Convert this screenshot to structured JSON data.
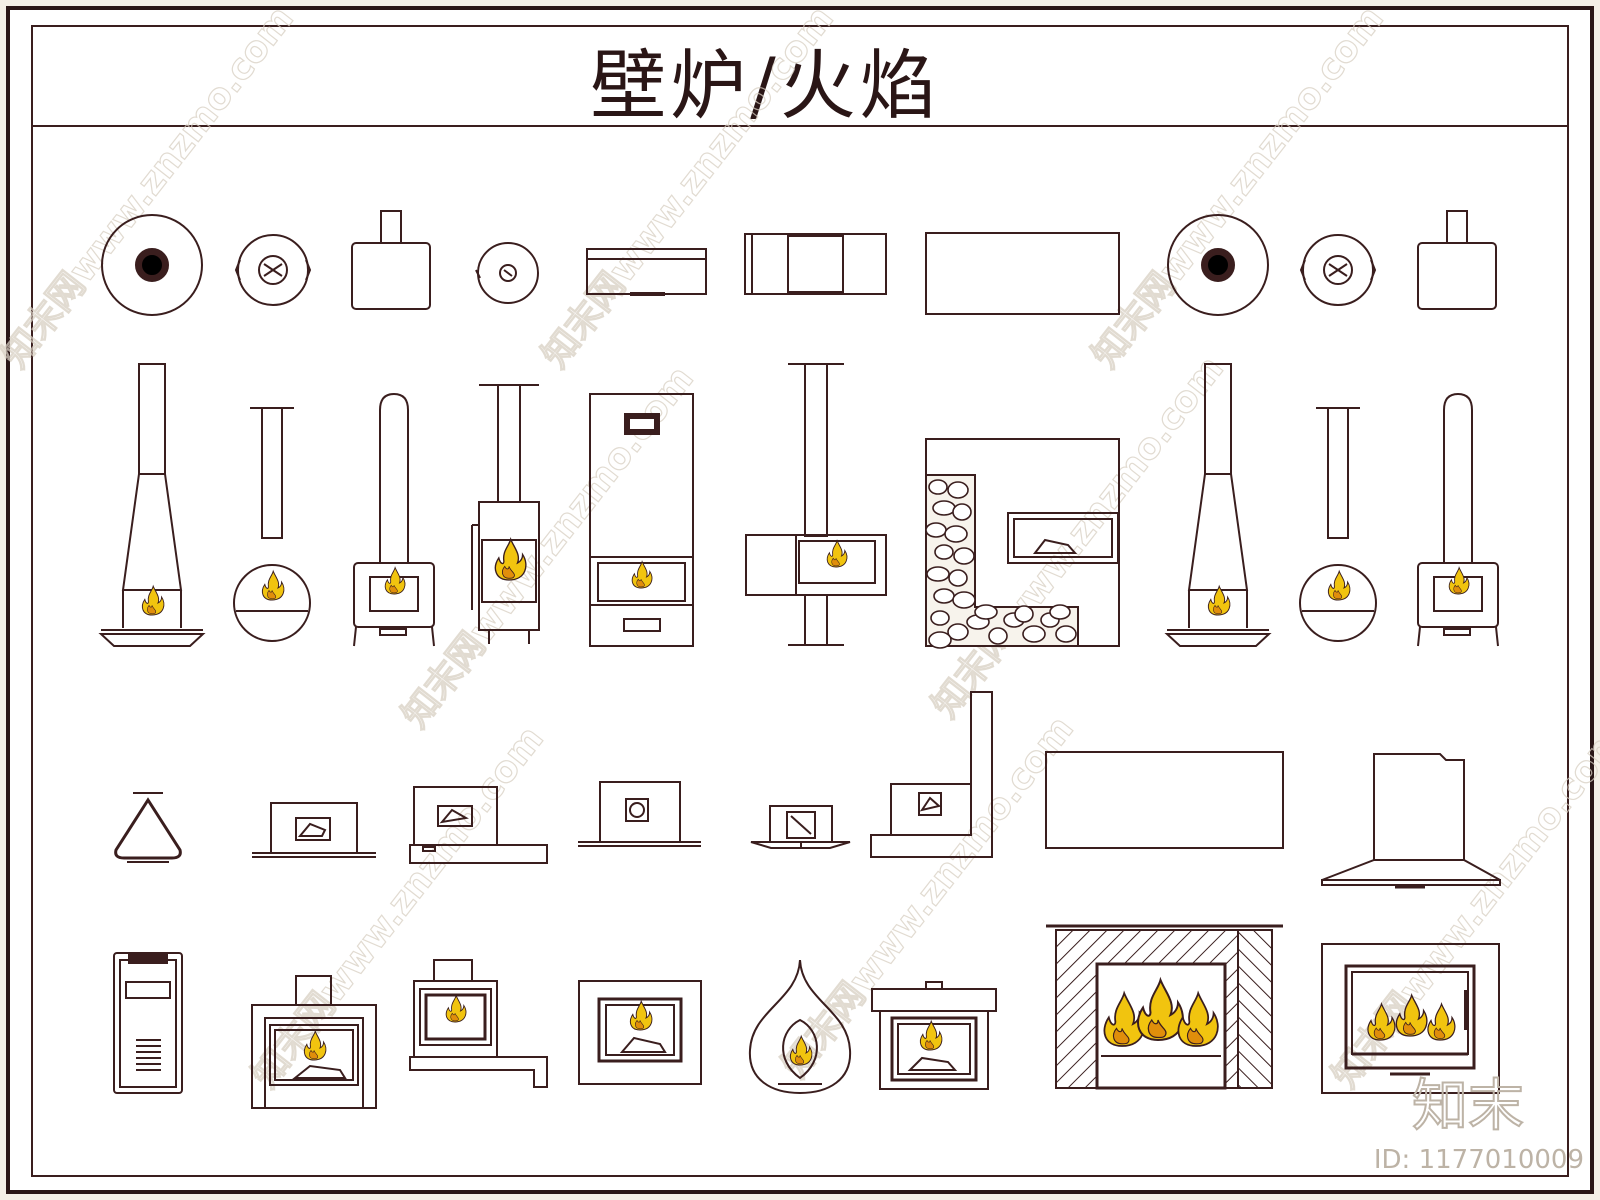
{
  "title": "壁炉/火焰",
  "watermark": {
    "text": "知末网www.znzmo.com"
  },
  "brand": {
    "logo": "知末",
    "id_text": "ID: 1177010009"
  },
  "colors": {
    "background": "#f4efe6",
    "paper": "#ffffff",
    "line": "#3a1e1e",
    "flame_yellow": "#f1c40f",
    "flame_orange": "#e08e0b",
    "watermark": "#d8cfc2"
  },
  "rows": [
    {
      "name": "row-plan-views",
      "items": [
        {
          "name": "round-stove-plan",
          "icon": "fireplace-round-plan-icon"
        },
        {
          "name": "small-round-stove-plan",
          "icon": "fireplace-small-round-plan-icon"
        },
        {
          "name": "box-stove-plan",
          "icon": "fireplace-box-plan-icon"
        },
        {
          "name": "mini-stove-plan",
          "icon": "fireplace-mini-plan-icon"
        },
        {
          "name": "wall-unit-plan",
          "icon": "fireplace-wall-unit-plan-icon"
        },
        {
          "name": "double-sided-plan",
          "icon": "fireplace-double-sided-plan-icon"
        },
        {
          "name": "wide-hearth-plan",
          "icon": "fireplace-wide-hearth-plan-icon"
        },
        {
          "name": "round-stove-plan-2",
          "icon": "fireplace-round-plan-icon"
        },
        {
          "name": "small-round-stove-plan-2",
          "icon": "fireplace-small-round-plan-icon"
        },
        {
          "name": "box-stove-plan-2",
          "icon": "fireplace-box-plan-icon"
        }
      ]
    },
    {
      "name": "row-front-elevations",
      "items": [
        {
          "name": "cone-hood-fireplace",
          "icon": "fireplace-cone-hood-icon"
        },
        {
          "name": "hanging-globe-fireplace",
          "icon": "fireplace-hanging-globe-icon"
        },
        {
          "name": "cast-iron-stove",
          "icon": "fireplace-cast-iron-stove-icon"
        },
        {
          "name": "column-stove",
          "icon": "fireplace-column-stove-icon"
        },
        {
          "name": "tall-cabinet-stove",
          "icon": "fireplace-tall-cabinet-icon"
        },
        {
          "name": "pillar-stove",
          "icon": "fireplace-pillar-stove-icon"
        },
        {
          "name": "stone-feature-wall",
          "icon": "fireplace-stone-wall-icon"
        },
        {
          "name": "cone-hood-fireplace-2",
          "icon": "fireplace-cone-hood-icon"
        },
        {
          "name": "hanging-globe-fireplace-2",
          "icon": "fireplace-hanging-globe-icon"
        },
        {
          "name": "cast-iron-stove-2",
          "icon": "fireplace-cast-iron-stove-icon"
        }
      ]
    },
    {
      "name": "row-side-views",
      "items": [
        {
          "name": "triangle-hanging-side",
          "icon": "fireplace-triangle-side-icon"
        },
        {
          "name": "insert-on-base-side",
          "icon": "fireplace-insert-side-icon"
        },
        {
          "name": "insert-on-plinth-side",
          "icon": "fireplace-plinth-side-icon"
        },
        {
          "name": "square-insert-side",
          "icon": "fireplace-square-insert-icon"
        },
        {
          "name": "small-boxed-insert",
          "icon": "fireplace-small-box-icon"
        },
        {
          "name": "corner-wall-insert",
          "icon": "fireplace-corner-wall-icon"
        },
        {
          "name": "wide-panel-side",
          "icon": "fireplace-wide-panel-icon"
        },
        {
          "name": "hood-on-plinth-side",
          "icon": "fireplace-hood-plinth-icon"
        }
      ]
    },
    {
      "name": "row-detailed-fronts",
      "items": [
        {
          "name": "tall-vented-cabinet",
          "icon": "fireplace-vented-cabinet-icon"
        },
        {
          "name": "wide-mantel-fireplace",
          "icon": "fireplace-wide-mantel-icon"
        },
        {
          "name": "bench-fireplace",
          "icon": "fireplace-bench-icon"
        },
        {
          "name": "framed-insert",
          "icon": "fireplace-framed-insert-icon"
        },
        {
          "name": "teardrop-fireplace",
          "icon": "fireplace-teardrop-icon"
        },
        {
          "name": "mantel-box-fireplace",
          "icon": "fireplace-mantel-box-icon"
        },
        {
          "name": "hatched-surround-fireplace",
          "icon": "fireplace-hatched-surround-icon"
        },
        {
          "name": "glass-door-insert",
          "icon": "fireplace-glass-door-icon"
        }
      ]
    }
  ]
}
